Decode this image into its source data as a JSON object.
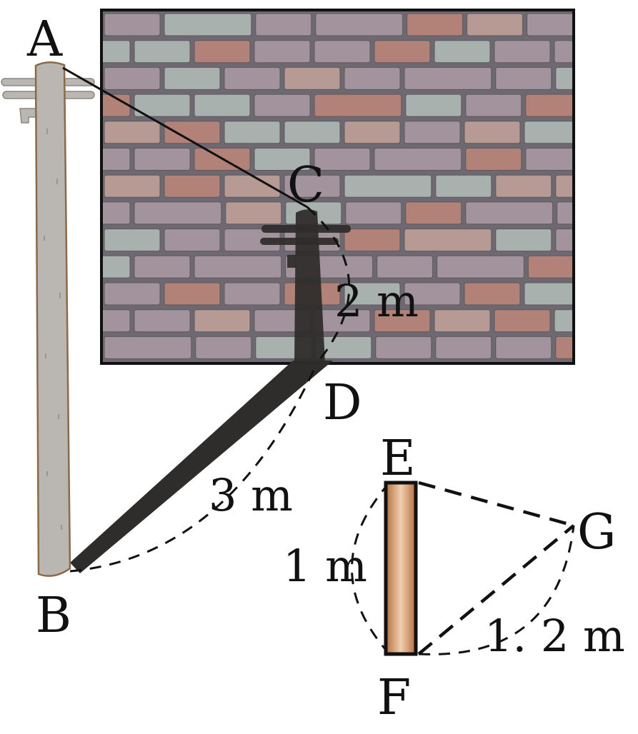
{
  "points": {
    "a": "A",
    "b": "B",
    "c": "C",
    "d": "D",
    "e": "E",
    "f": "F",
    "g": "G"
  },
  "measurements": {
    "cd": "2 m",
    "bd": "3 m",
    "ef": "1 m",
    "fg": "1. 2 m"
  },
  "colors": {
    "wall_frame": "#111111",
    "mortar": "#6e6970",
    "brick_mauve": "#a2939d",
    "brick_sage": "#a8b1ad",
    "brick_terracotta": "#b28278",
    "brick_rose": "#b79a93",
    "pole_fill": "#bab7b2",
    "pole_outline": "#8a6a4a",
    "shadow": "#2f2d2c",
    "stick_fill": "#c98b5e",
    "dash": "#111111"
  }
}
